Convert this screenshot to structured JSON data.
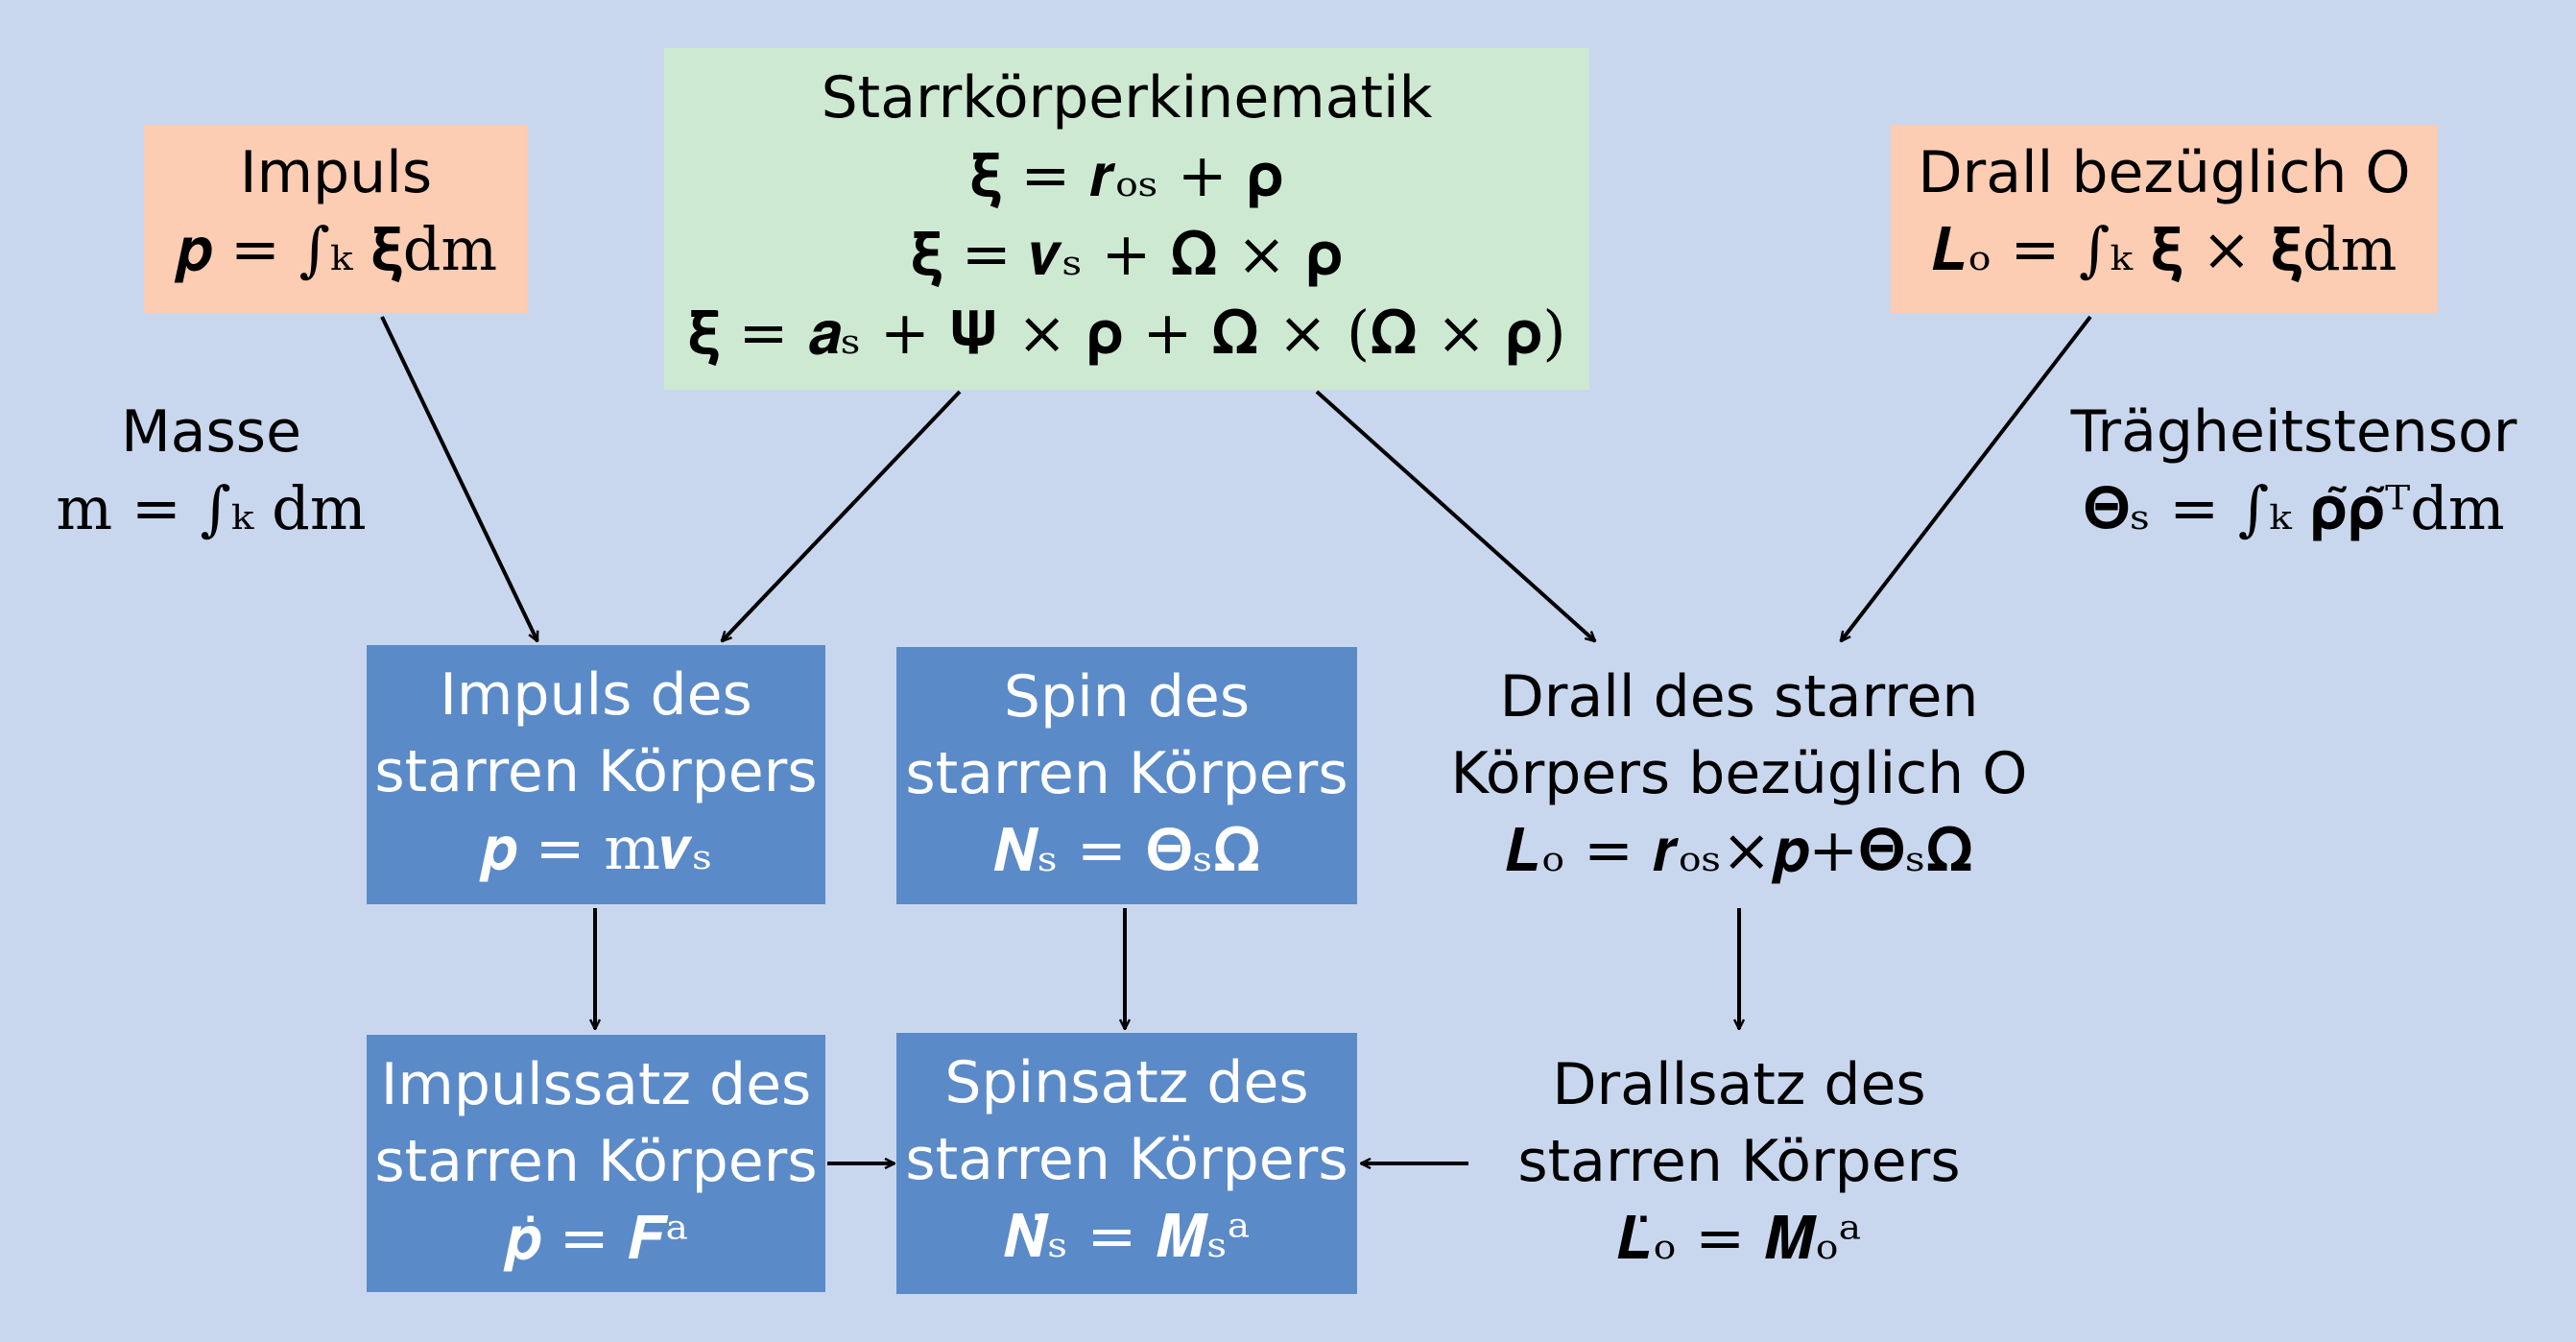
{
  "impuls_box": {
    "title": "Impuls",
    "formula": "𝒑 = ∫ₖ 𝛏̇dm"
  },
  "kinematik_box": {
    "title": "Starrkörperkinematik",
    "formula1": "𝛏 = 𝒓ₒₛ + 𝛒",
    "formula2": "𝛏̇ = 𝒗ₛ + 𝛀 × 𝛒",
    "formula3": "𝛏̈ = 𝒂ₛ + 𝚿 × 𝛒 + 𝛀 × (𝛀 × 𝛒)"
  },
  "drall_box": {
    "title": "Drall bezüglich O",
    "formula": "𝑳ₒ = ∫ₖ 𝛏 × 𝛏̇dm"
  },
  "masse_label": {
    "title": "Masse",
    "formula": "m = ∫ₖ dm"
  },
  "traegheit_label": {
    "title": "Trägheitstensor",
    "formula": "𝚯ₛ = ∫ₖ 𝛒̃𝛒̃ᵀdm"
  },
  "impuls_rigid_box": {
    "line1": "Impuls des",
    "line2": "starren Körpers",
    "formula": "𝒑 = m𝒗ₛ"
  },
  "spin_rigid_box": {
    "line1": "Spin des",
    "line2": "starren Körpers",
    "formula": "𝑵ₛ = 𝚯ₛ𝛀"
  },
  "drall_rigid_box": {
    "line1": "Drall des starren",
    "line2": "Körpers bezüglich O",
    "formula": "𝑳ₒ = 𝒓ₒₛ×𝒑+𝚯ₛ𝛀"
  },
  "impulssatz_box": {
    "line1": "Impulssatz des",
    "line2": "starren Körpers",
    "formula": "𝒑̇ = 𝑭ᵃ"
  },
  "spinsatz_box": {
    "line1": "Spinsatz des",
    "line2": "starren Körpers",
    "formula": "𝑵̇ₛ = 𝑴ₛᵃ"
  },
  "drallsatz_box": {
    "line1": "Drallsatz des",
    "line2": "starren Körpers",
    "formula": "𝑳̇ₒ = 𝑴ₒᵃ"
  },
  "colors": {
    "background": "#c9d7ee",
    "orange": "#fcccb3",
    "green": "#cde9d2",
    "blue": "#5b8ac8"
  }
}
